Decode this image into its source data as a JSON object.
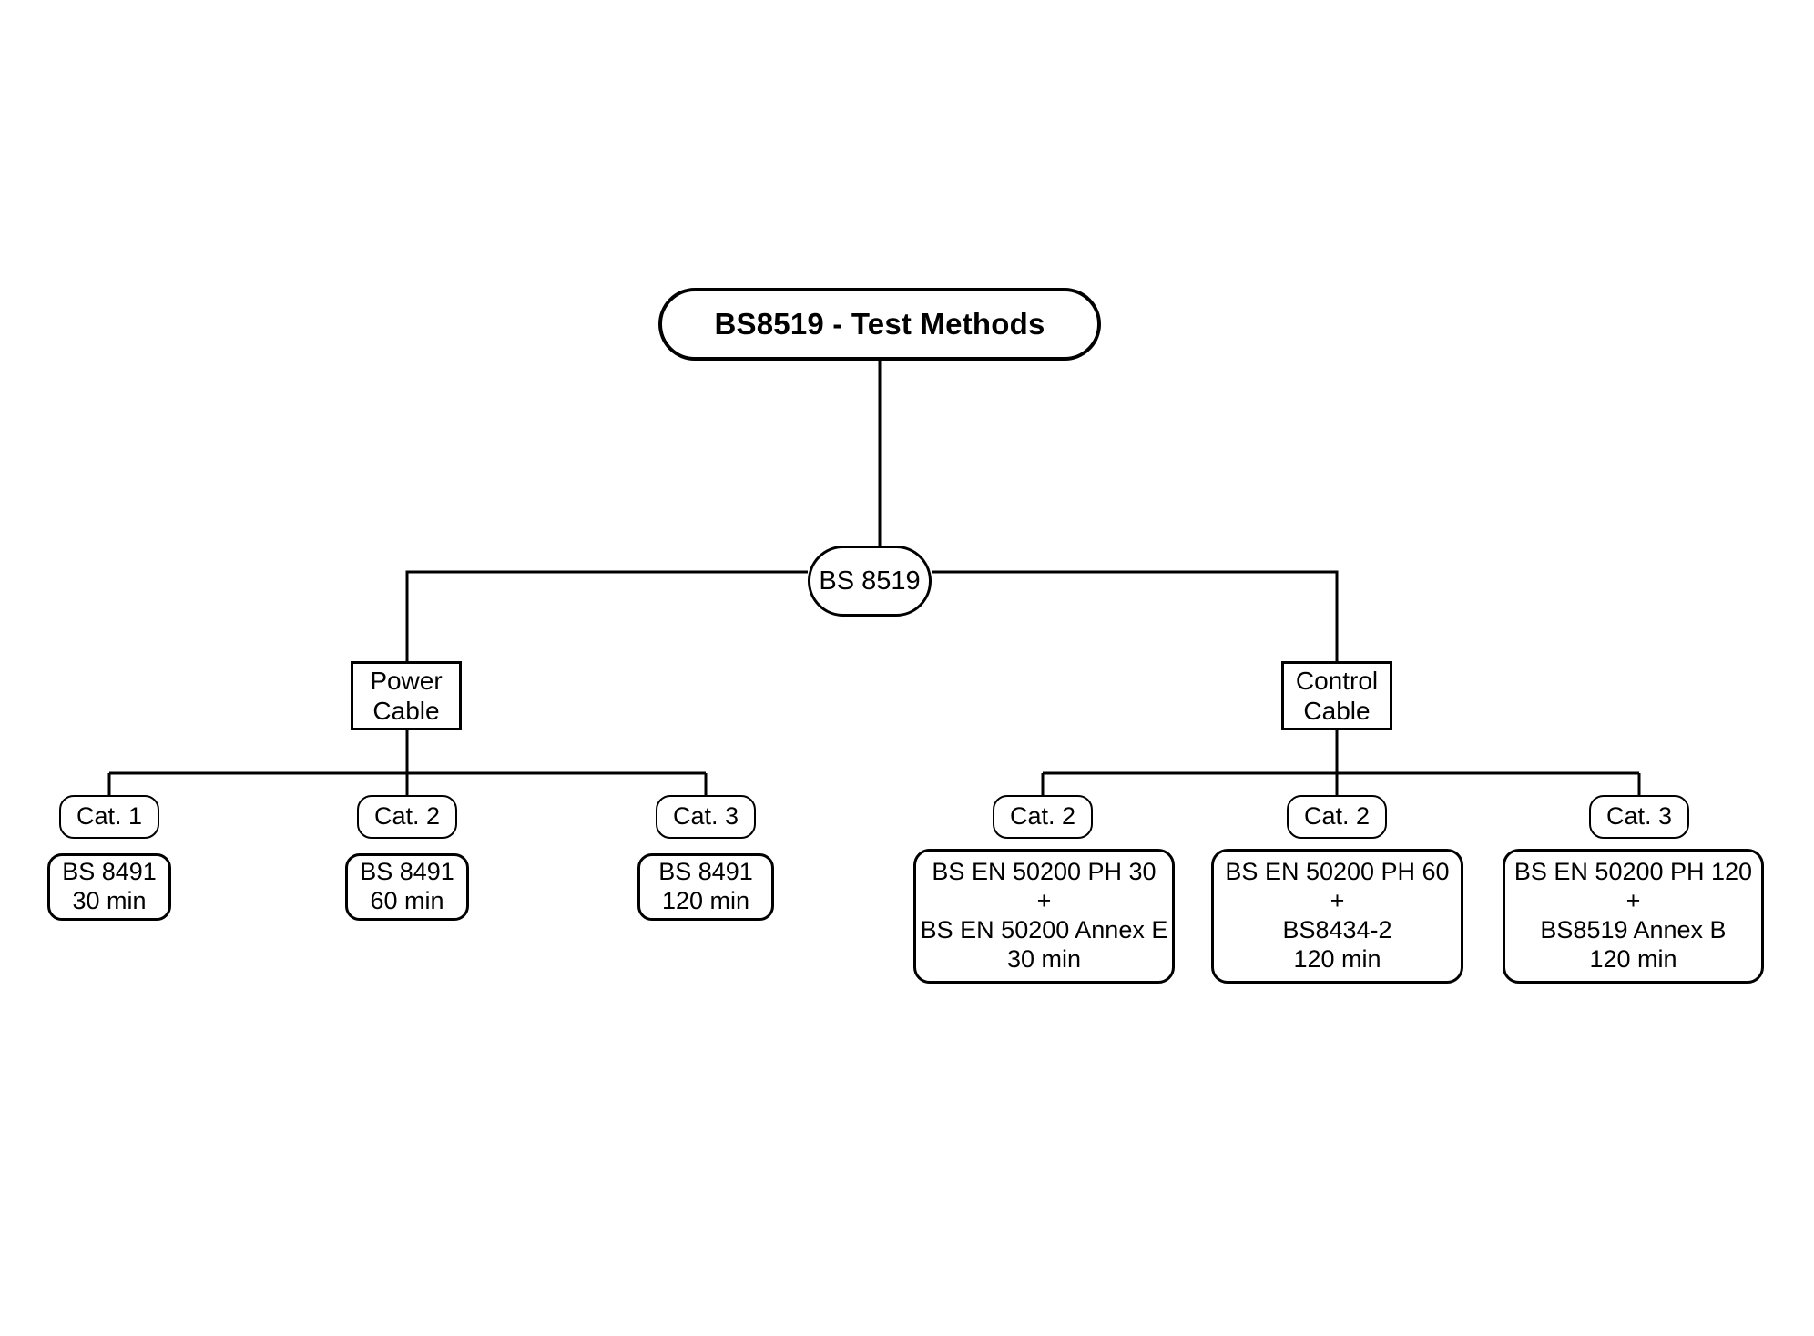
{
  "diagram": {
    "title": "BS8519 - Test Methods",
    "type": "tree",
    "root": {
      "id": "title",
      "label": "BS8519 - Test Methods",
      "shape": "rounded-rect",
      "bold": true
    },
    "hub": {
      "id": "hub",
      "label": "BS 8519",
      "shape": "pill"
    },
    "branches": [
      {
        "id": "power-cable",
        "label": "Power\nCable",
        "shape": "rect",
        "categories": [
          {
            "id": "power-cat-1",
            "label": "Cat. 1",
            "shape": "pill",
            "method": {
              "id": "power-method-1",
              "label": "BS 8491\n30 min",
              "standard": "BS 8491",
              "duration": "30 min",
              "shape": "rounded-rect"
            }
          },
          {
            "id": "power-cat-2",
            "label": "Cat. 2",
            "shape": "pill",
            "method": {
              "id": "power-method-2",
              "label": "BS 8491\n60 min",
              "standard": "BS 8491",
              "duration": "60 min",
              "shape": "rounded-rect"
            }
          },
          {
            "id": "power-cat-3",
            "label": "Cat. 3",
            "shape": "pill",
            "method": {
              "id": "power-method-3",
              "label": "BS 8491\n120 min",
              "standard": "BS 8491",
              "duration": "120 min",
              "shape": "rounded-rect"
            }
          }
        ]
      },
      {
        "id": "control-cable",
        "label": "Control\nCable",
        "shape": "rect",
        "categories": [
          {
            "id": "control-cat-1",
            "label": "Cat. 2",
            "shape": "pill",
            "method": {
              "id": "control-method-1",
              "label": "BS EN 50200 PH 30\n+\nBS EN 50200 Annex E\n30 min",
              "standard": "BS EN 50200 PH 30",
              "combiner": "+",
              "standard2": "BS EN 50200 Annex E",
              "duration": "30 min",
              "shape": "rounded-rect"
            }
          },
          {
            "id": "control-cat-2",
            "label": "Cat. 2",
            "shape": "pill",
            "method": {
              "id": "control-method-2",
              "label": "BS EN 50200 PH 60\n+\nBS8434-2\n120 min",
              "standard": "BS EN 50200 PH 60",
              "combiner": "+",
              "standard2": "BS8434-2",
              "duration": "120 min",
              "shape": "rounded-rect"
            }
          },
          {
            "id": "control-cat-3",
            "label": "Cat. 3",
            "shape": "pill",
            "method": {
              "id": "control-method-3",
              "label": "BS EN 50200 PH 120\n+\nBS8519 Annex B\n120 min",
              "standard": "BS EN 50200 PH 120",
              "combiner": "+",
              "standard2": "BS8519 Annex B",
              "duration": "120 min",
              "shape": "rounded-rect"
            }
          }
        ]
      }
    ],
    "colors": {
      "stroke": "#000000",
      "fill": "#ffffff",
      "text": "#000000",
      "background": "#ffffff"
    }
  }
}
